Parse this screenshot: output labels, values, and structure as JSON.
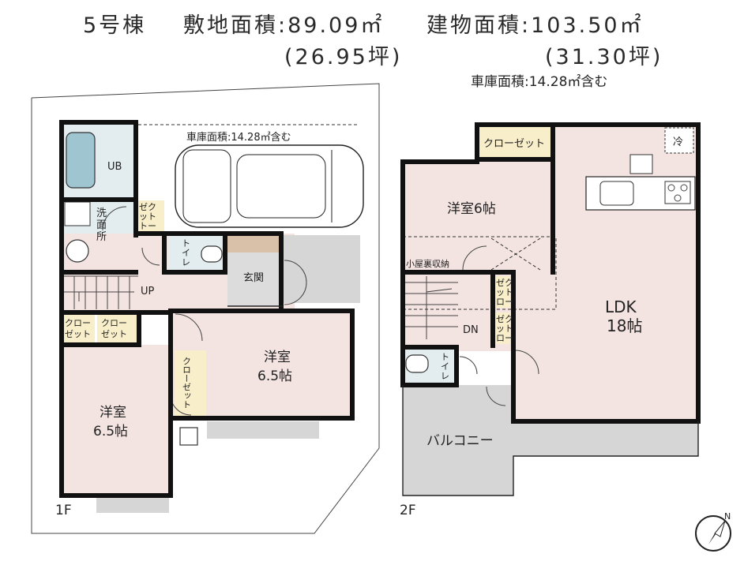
{
  "header": {
    "building": "5号棟",
    "site_area": "敷地面積:89.09㎡",
    "site_tsubo": "(26.95坪)",
    "floor_area": "建物面積:103.50㎡",
    "floor_tsubo": "(31.30坪)",
    "garage_note": "車庫面積:14.28㎡含む"
  },
  "floor1": {
    "label": "1F",
    "garage_note": "車庫面積:14.28㎡含む",
    "rooms": {
      "ub": "UB",
      "washroom": [
        "洗",
        "面",
        "所"
      ],
      "closet_small": [
        "ゼク",
        "ット",
        "トー"
      ],
      "toilet": [
        "ト",
        "イ",
        "レ"
      ],
      "entrance": "玄関",
      "up": "UP",
      "closet_a": [
        "クロー",
        "ゼット"
      ],
      "closet_b": [
        "クロー",
        "ゼット"
      ],
      "closet_vertical": "クローゼット",
      "room_a": [
        "洋室",
        "6.5帖"
      ],
      "room_b": [
        "洋室",
        "6.5帖"
      ]
    }
  },
  "floor2": {
    "label": "2F",
    "rooms": {
      "closet_top": "クローゼット",
      "room": "洋室6帖",
      "attic": "小屋裏収納",
      "closet_1": [
        "ゼク",
        "ット",
        "ロー"
      ],
      "closet_2": [
        "ゼク",
        "ット",
        "ロー"
      ],
      "dn": "DN",
      "toilet": [
        "ト",
        "イ",
        "レ"
      ],
      "ldk": [
        "LDK",
        "18帖"
      ],
      "fridge": "冷",
      "balcony": "バルコニー"
    }
  },
  "compass": "N"
}
